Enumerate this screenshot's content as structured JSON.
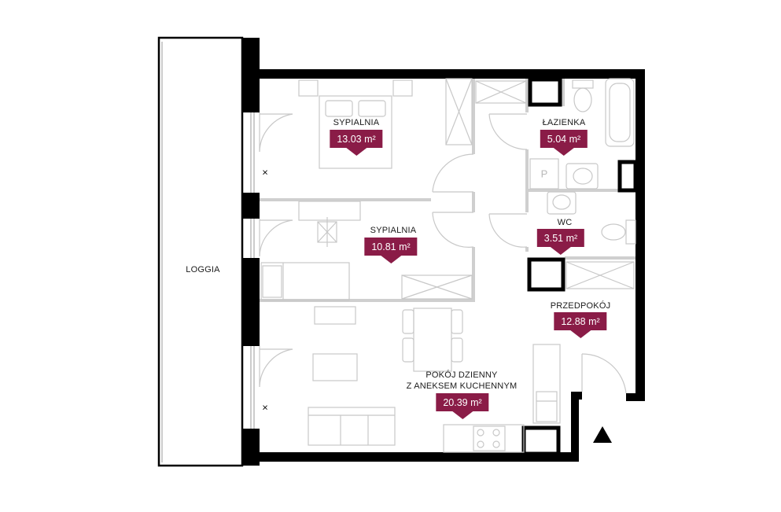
{
  "colors": {
    "area_badge": "#8a1c47",
    "walls": "#000000",
    "partitions": "#cfcfcf",
    "furniture": "#c8c8c8"
  },
  "rooms": [
    {
      "id": "sypialnia-1",
      "name": "SYPIALNIA",
      "area": "13.03 m²"
    },
    {
      "id": "lazienka",
      "name": "ŁAZIENKA",
      "area": "5.04 m²"
    },
    {
      "id": "sypialnia-2",
      "name": "SYPIALNIA",
      "area": "10.81 m²"
    },
    {
      "id": "wc",
      "name": "WC",
      "area": "3.51 m²"
    },
    {
      "id": "przedpokoj",
      "name": "PRZEDPOKÓJ",
      "area": "12.88 m²"
    },
    {
      "id": "pokoj-dzienny",
      "name_line1": "POKÓJ DZIENNY",
      "name_line2": "Z ANEKSEM KUCHENNYM",
      "area": "20.39 m²"
    }
  ],
  "loggia": {
    "name": "LOGGIA"
  },
  "symbols": {
    "window_mark": "×",
    "p_mark": "P",
    "entrance_icon": "entrance-arrow-icon"
  }
}
